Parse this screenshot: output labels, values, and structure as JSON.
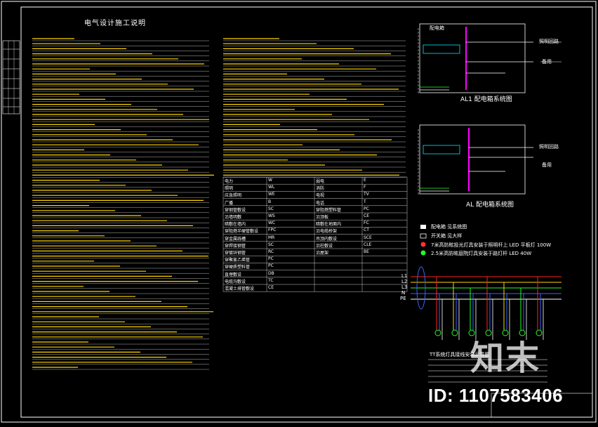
{
  "drawing": {
    "title": "电气设计施工说明",
    "panel1_title": "AL1 配电箱系统图",
    "panel2_title": "AL 配电箱系统图",
    "panel1_annotations": [
      "配电箱",
      "照明回路",
      "备用"
    ],
    "panel2_annotations": [
      "照明回路",
      "备用"
    ],
    "legend": [
      {
        "symbol": "box",
        "text": "配电箱  见系统图"
      },
      {
        "symbol": "box",
        "text": "开关箱  见大样"
      },
      {
        "symbol": "lamp-red",
        "text": "7米高防眩投光灯具安装于照明杆上  LED  平板灯  100W"
      },
      {
        "symbol": "lamp-green",
        "text": "2.5米高防眩庭院灯具安装于路灯杆  LED  40W"
      }
    ],
    "phase_labels": [
      "L1",
      "L2",
      "L3",
      "N",
      "PE"
    ],
    "tt_label": "TT系统灯具接线安装示意图",
    "table_rows": [
      [
        "电力",
        "W",
        "弱电",
        "E"
      ],
      [
        "照明",
        "WL",
        "消防",
        "F"
      ],
      [
        "应急照明",
        "WE",
        "电视",
        "TV"
      ],
      [
        "广播",
        "B",
        "电话",
        "T"
      ],
      [
        "穿钢管敷设",
        "SC",
        "穿阻燃塑料管",
        "PC"
      ],
      [
        "沿墙明敷",
        "WS",
        "沿顶板",
        "CE"
      ],
      [
        "暗敷在墙内",
        "WC",
        "暗敷在地面内",
        "FC"
      ],
      [
        "穿阻燃半硬管敷设",
        "FPC",
        "沿电缆桥架",
        "CT"
      ],
      [
        "穿金属线槽",
        "MR",
        "吊顶内敷设",
        "SCE"
      ],
      [
        "穿焊接钢管",
        "SC",
        "沿柱敷设",
        "CLE"
      ],
      [
        "穿镀锌钢管",
        "RC",
        "沿屋架",
        "BE"
      ],
      [
        "穿聚氯乙烯管",
        "PC",
        "",
        ""
      ],
      [
        "穿硬质塑料管",
        "PC",
        "",
        ""
      ],
      [
        "直埋敷设",
        "DB",
        "",
        ""
      ],
      [
        "电缆沟敷设",
        "TC",
        "",
        ""
      ],
      [
        "混凝土排管敷设",
        "CE",
        "",
        ""
      ]
    ]
  },
  "watermark": {
    "logo": "知末",
    "id": "ID: 1107583406"
  },
  "colors": {
    "background": "#000000",
    "frame": "#ffffff",
    "accent_magenta": "#ff00ff",
    "accent_yellow": "#ffd400",
    "accent_cyan": "#00e5ff",
    "phase_red": "#ff2020",
    "phase_green": "#22ff22",
    "phase_blue": "#3366ff"
  }
}
